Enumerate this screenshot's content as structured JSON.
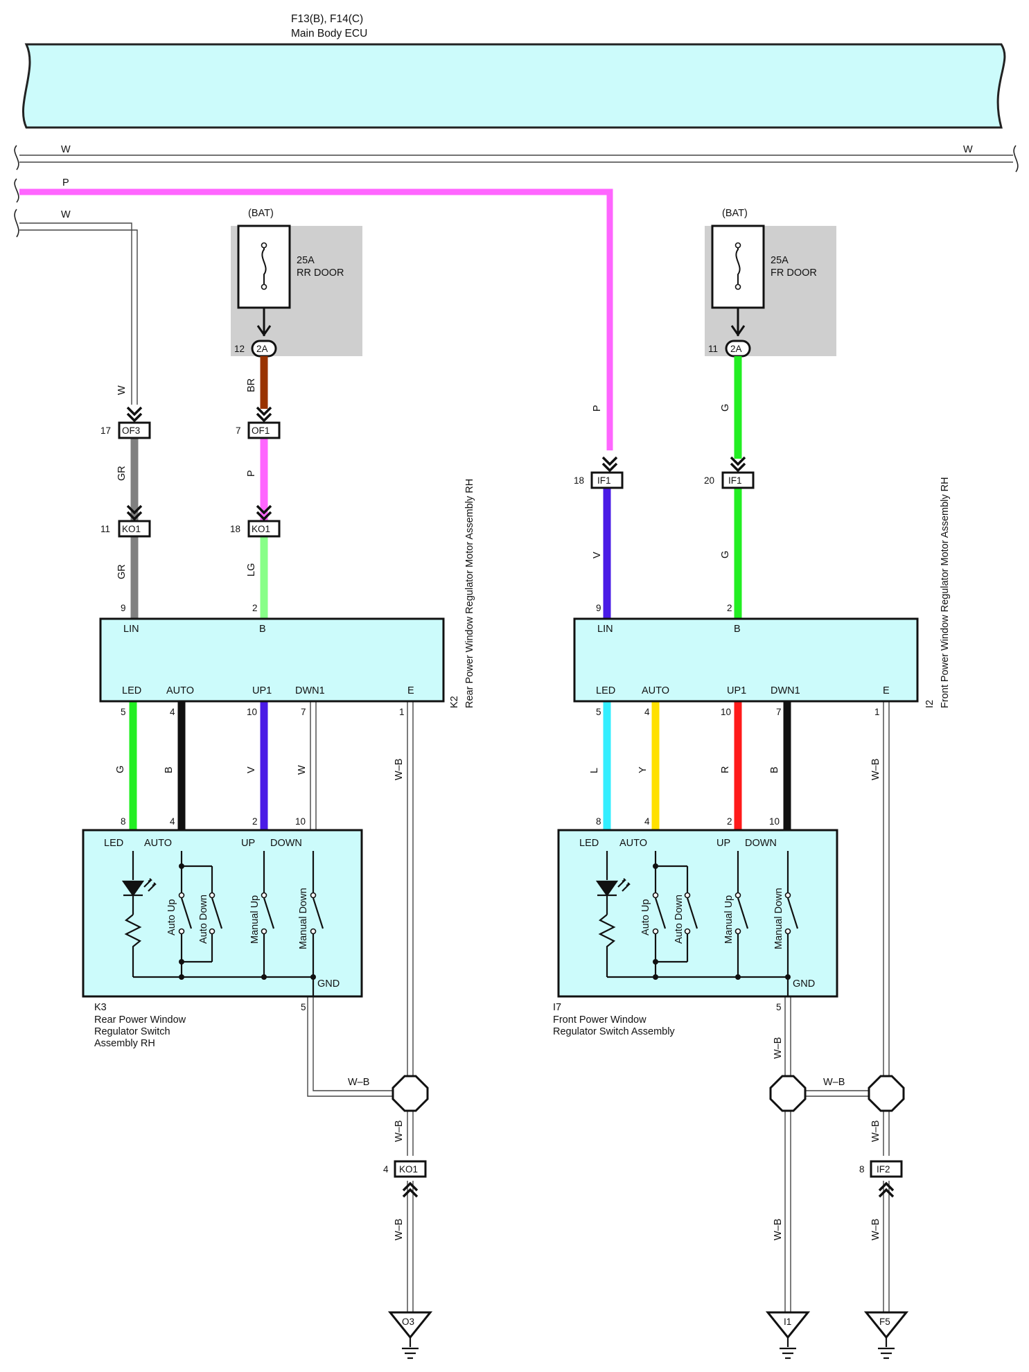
{
  "ecu": {
    "code": "F13(B), F14(C)",
    "name": "Main Body ECU"
  },
  "wire_labels": {
    "w": "W",
    "p": "P",
    "gr": "GR",
    "br": "BR",
    "lg": "LG",
    "v": "V",
    "g": "G",
    "b": "B",
    "l": "L",
    "y": "Y",
    "r": "R",
    "wb": "W–B"
  },
  "fuses": [
    {
      "bat": "(BAT)",
      "rating": "25A",
      "name": "RR DOOR",
      "pin": "12",
      "conn": "2A"
    },
    {
      "bat": "(BAT)",
      "rating": "25A",
      "name": "FR DOOR",
      "pin": "11",
      "conn": "2A"
    }
  ],
  "connectors": {
    "of3": {
      "pin": "17",
      "code": "OF3"
    },
    "of1": {
      "pin": "7",
      "code": "OF1"
    },
    "ko1_a": {
      "pin": "11",
      "code": "KO1"
    },
    "ko1_b": {
      "pin": "18",
      "code": "KO1"
    },
    "if1_a": {
      "pin": "18",
      "code": "IF1"
    },
    "if1_b": {
      "pin": "20",
      "code": "IF1"
    },
    "ko1_gnd": {
      "pin": "4",
      "code": "KO1"
    },
    "if2": {
      "pin": "8",
      "code": "IF2"
    }
  },
  "motor_rear": {
    "code": "K2",
    "name": "Rear Power Window Regulator Motor Assembly RH",
    "top_pins": [
      {
        "label": "LIN",
        "pin": "9"
      },
      {
        "label": "B",
        "pin": "2"
      }
    ],
    "bottom_pins": [
      {
        "label": "LED",
        "pin": "5"
      },
      {
        "label": "AUTO",
        "pin": "4"
      },
      {
        "label": "UP1",
        "pin": "10"
      },
      {
        "label": "DWN1",
        "pin": "7"
      },
      {
        "label": "E",
        "pin": "1"
      }
    ]
  },
  "motor_front": {
    "code": "I2",
    "name": "Front Power Window Regulator Motor Assembly RH",
    "top_pins": [
      {
        "label": "LIN",
        "pin": "9"
      },
      {
        "label": "B",
        "pin": "2"
      }
    ],
    "bottom_pins": [
      {
        "label": "LED",
        "pin": "5"
      },
      {
        "label": "AUTO",
        "pin": "4"
      },
      {
        "label": "UP1",
        "pin": "10"
      },
      {
        "label": "DWN1",
        "pin": "7"
      },
      {
        "label": "E",
        "pin": "1"
      }
    ]
  },
  "switch_rear": {
    "code": "K3",
    "name_lines": [
      "Rear Power Window",
      "Regulator Switch",
      "Assembly RH"
    ],
    "pins": [
      {
        "label": "LED",
        "pin": "8"
      },
      {
        "label": "AUTO",
        "pin": "4"
      },
      {
        "label": "UP",
        "pin": "2"
      },
      {
        "label": "DOWN",
        "pin": "10"
      }
    ],
    "gnd": {
      "label": "GND",
      "pin": "5"
    },
    "switches": [
      "Auto Up",
      "Auto Down",
      "Manual Up",
      "Manual Down"
    ]
  },
  "switch_front": {
    "code": "I7",
    "name_lines": [
      "Front Power Window",
      "Regulator Switch Assembly"
    ],
    "pins": [
      {
        "label": "LED",
        "pin": "8"
      },
      {
        "label": "AUTO",
        "pin": "4"
      },
      {
        "label": "UP",
        "pin": "2"
      },
      {
        "label": "DOWN",
        "pin": "10"
      }
    ],
    "gnd": {
      "label": "GND",
      "pin": "5"
    },
    "switches": [
      "Auto Up",
      "Auto Down",
      "Manual Up",
      "Manual Down"
    ]
  },
  "grounds": [
    "O3",
    "I1",
    "F5"
  ],
  "colors": {
    "box_fill": "#ccfbfb",
    "fuse_bg": "#cfcfcf",
    "pink": "#ff66ff",
    "brown": "#993300",
    "gray": "#808080",
    "light_green": "#88ff88",
    "green": "#22ee22",
    "violet": "#4a1be6",
    "black": "#111111",
    "cyan": "#33eeff",
    "yellow": "#ffe000",
    "red": "#ff1a1a"
  }
}
